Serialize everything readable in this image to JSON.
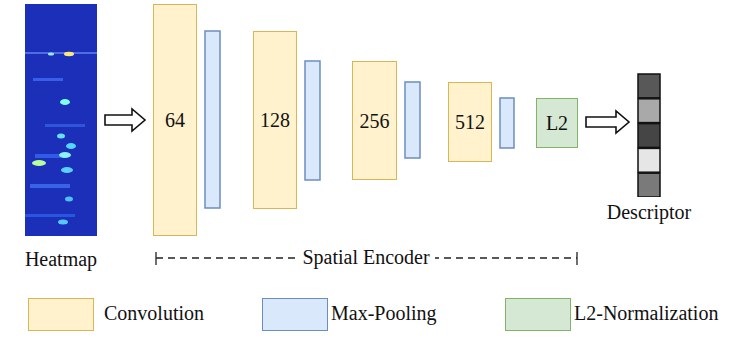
{
  "diagram": {
    "nodes": [
      {
        "text": [
          "Heatmap"
        ]
      },
      {
        "text": [
          "64"
        ]
      },
      {
        "text": [
          "128"
        ]
      },
      {
        "text": [
          "256"
        ]
      },
      {
        "text": [
          "512"
        ]
      },
      {
        "text": [
          "L2"
        ]
      },
      {
        "text": [
          "Descriptor"
        ]
      }
    ],
    "edges": [
      {
        "from": 0,
        "to": 1,
        "arrow": "to"
      },
      {
        "from": 5,
        "to": 6,
        "arrow": "to"
      }
    ],
    "labels": [
      "Spatial Encoder"
    ],
    "legend": [
      {
        "text": "Convolution",
        "color": "#fff2cc"
      },
      {
        "text": "Max-Pooling",
        "color": "#dae8fc"
      },
      {
        "text": "L2-Normalization",
        "color": "#d5e8d4"
      }
    ]
  }
}
